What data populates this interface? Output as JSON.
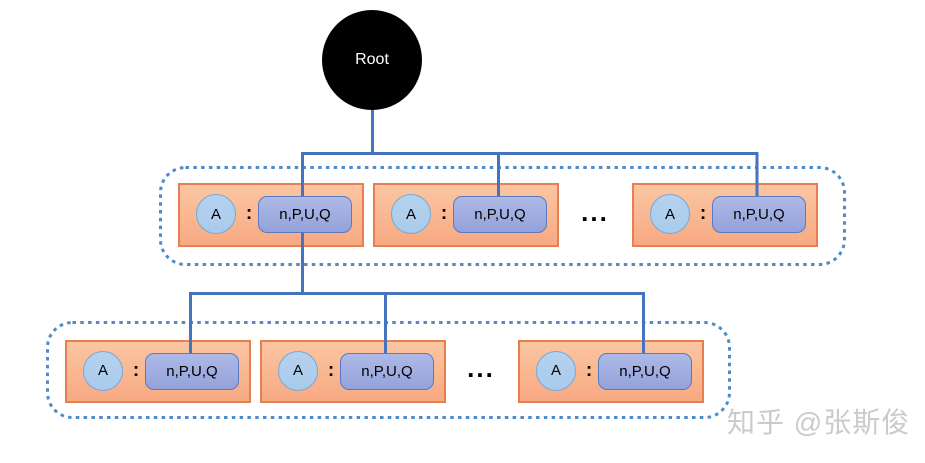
{
  "diagram": {
    "root": {
      "label": "Root"
    },
    "level1": {
      "nodes": [
        {
          "key": "A",
          "separator": ":",
          "value": "n,P,U,Q"
        },
        {
          "key": "A",
          "separator": ":",
          "value": "n,P,U,Q"
        },
        {
          "key": "A",
          "separator": ":",
          "value": "n,P,U,Q"
        }
      ],
      "ellipsis": "..."
    },
    "level2": {
      "nodes": [
        {
          "key": "A",
          "separator": ":",
          "value": "n,P,U,Q"
        },
        {
          "key": "A",
          "separator": ":",
          "value": "n,P,U,Q"
        },
        {
          "key": "A",
          "separator": ":",
          "value": "n,P,U,Q"
        }
      ],
      "ellipsis": "..."
    },
    "watermark": "知乎 @张斯俊"
  },
  "colors": {
    "connector": "#4673BE",
    "group-border": "#4E8BC8",
    "node-fill-top": "#FBC6A2",
    "node-fill-bottom": "#F7A982",
    "node-border": "#E87F50",
    "key-fill": "#A9CBEB",
    "key-border": "#74A8DB",
    "value-fill-top": "#AEB9E6",
    "value-fill-bottom": "#93A2DA",
    "value-border": "#5B79C0",
    "root-fill": "#000000",
    "root-text": "#FFFFFF",
    "text": "#000000",
    "watermark": "#CBCBCB"
  }
}
